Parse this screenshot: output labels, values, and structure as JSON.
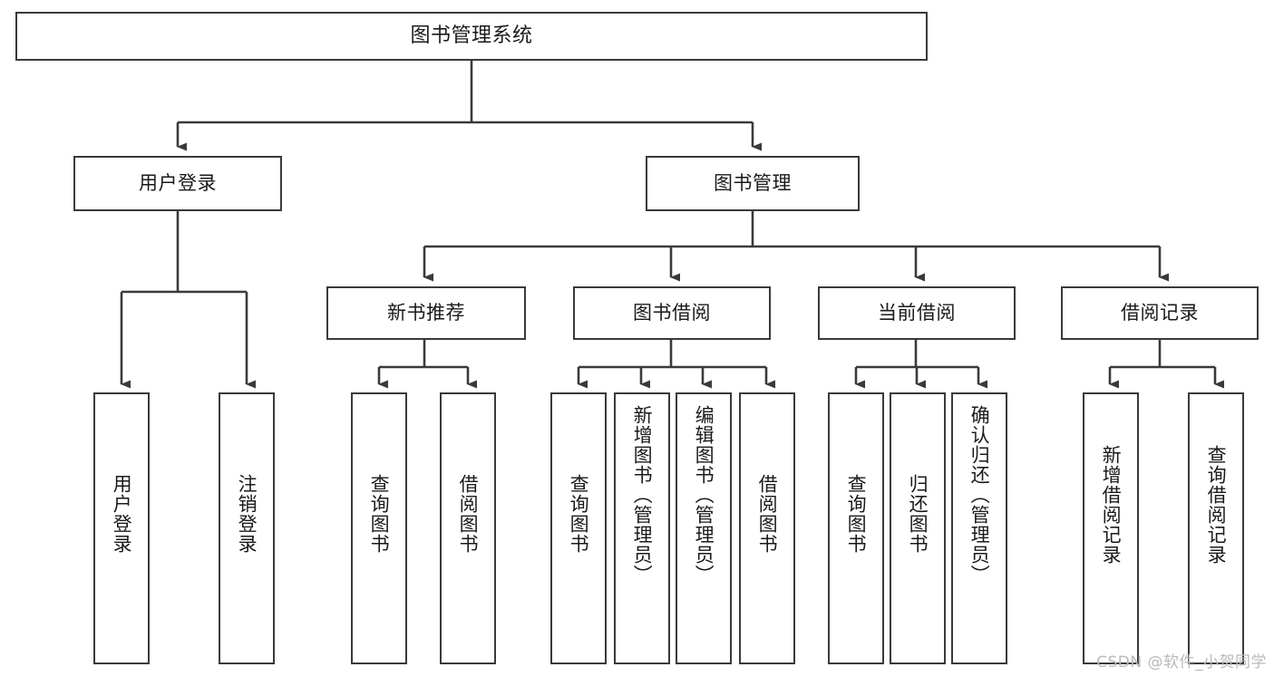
{
  "diagram": {
    "type": "tree-hierarchy",
    "title": "图书管理系统",
    "watermark": "CSDN @软件_小贺同学",
    "colors": {
      "box_border": "#3a3a3a",
      "box_fill": "#ffffff",
      "edge": "#3a3a3a",
      "text": "#1a1a1a",
      "watermark": "#b9b9b9",
      "canvas": "#ffffff"
    },
    "levels": [
      {
        "level": 1,
        "nodes": [
          {
            "id": "root",
            "label": "图书管理系统",
            "orientation": "horizontal"
          }
        ]
      },
      {
        "level": 2,
        "nodes": [
          {
            "id": "login",
            "label": "用户登录",
            "orientation": "horizontal",
            "parent": "root"
          },
          {
            "id": "bookmgmt",
            "label": "图书管理",
            "orientation": "horizontal",
            "parent": "root"
          }
        ]
      },
      {
        "level": 3,
        "nodes": [
          {
            "id": "newrec",
            "label": "新书推荐",
            "orientation": "horizontal",
            "parent": "bookmgmt"
          },
          {
            "id": "borrow",
            "label": "图书借阅",
            "orientation": "horizontal",
            "parent": "bookmgmt"
          },
          {
            "id": "current",
            "label": "当前借阅",
            "orientation": "horizontal",
            "parent": "bookmgmt"
          },
          {
            "id": "records",
            "label": "借阅记录",
            "orientation": "horizontal",
            "parent": "bookmgmt"
          }
        ]
      },
      {
        "level": 4,
        "nodes": [
          {
            "id": "leaf-user-login",
            "label": "用户登录",
            "orientation": "vertical",
            "parent": "login"
          },
          {
            "id": "leaf-logout",
            "label": "注销登录",
            "orientation": "vertical",
            "parent": "login"
          },
          {
            "id": "leaf-query-book-1",
            "label": "查询图书",
            "orientation": "vertical",
            "parent": "newrec"
          },
          {
            "id": "leaf-borrow-book-1",
            "label": "借阅图书",
            "orientation": "vertical",
            "parent": "newrec"
          },
          {
            "id": "leaf-query-book-2",
            "label": "查询图书",
            "orientation": "vertical",
            "parent": "borrow"
          },
          {
            "id": "leaf-add-book",
            "label": "新增图书（管理员）",
            "orientation": "vertical",
            "parent": "borrow"
          },
          {
            "id": "leaf-edit-book",
            "label": "编辑图书（管理员）",
            "orientation": "vertical",
            "parent": "borrow"
          },
          {
            "id": "leaf-borrow-book-2",
            "label": "借阅图书",
            "orientation": "vertical",
            "parent": "borrow"
          },
          {
            "id": "leaf-query-book-3",
            "label": "查询图书",
            "orientation": "vertical",
            "parent": "current"
          },
          {
            "id": "leaf-return-book",
            "label": "归还图书",
            "orientation": "vertical",
            "parent": "current"
          },
          {
            "id": "leaf-confirm-return",
            "label": "确认归还（管理员）",
            "orientation": "vertical",
            "parent": "current"
          },
          {
            "id": "leaf-add-record",
            "label": "新增借阅记录",
            "orientation": "vertical",
            "parent": "records"
          },
          {
            "id": "leaf-query-record",
            "label": "查询借阅记录",
            "orientation": "vertical",
            "parent": "records"
          }
        ]
      }
    ]
  }
}
